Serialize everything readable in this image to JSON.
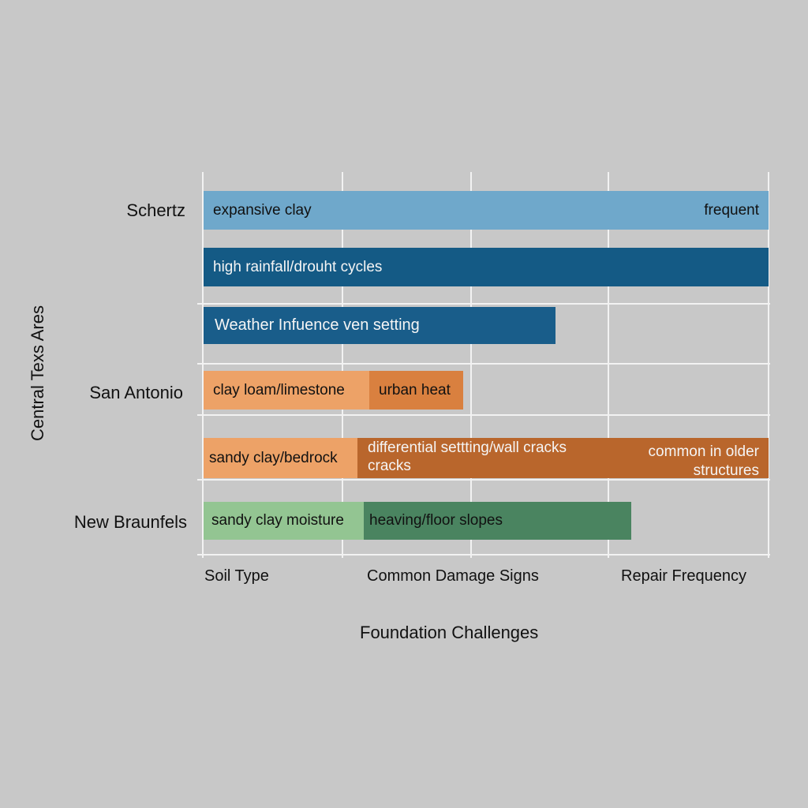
{
  "chart_data": {
    "type": "bar",
    "orientation": "horizontal-stacked-categorical",
    "title": "",
    "xlabel": "Foundation Challenges",
    "ylabel": "Central Texs Ares",
    "x_categories": [
      "Soil Type",
      "Common Damage Signs",
      "Repair Frequency"
    ],
    "y_categories": [
      "Schertz",
      "San Antonio",
      "New Braunfels"
    ],
    "grid": true,
    "rows": [
      {
        "area": "Schertz",
        "segments": [
          {
            "label": "expansive clay",
            "span": [
              0,
              1.0
            ],
            "color": "#6fa8cb"
          },
          {
            "label": "frequent",
            "span": [
              0,
              1.0
            ],
            "color": "#6fa8cb",
            "align": "right"
          }
        ]
      },
      {
        "area": "Schertz",
        "segments": [
          {
            "label": "high rainfall/drouht cycles",
            "span": [
              0,
              1.0
            ],
            "color": "#145a85"
          }
        ]
      },
      {
        "area": "Schertz",
        "segments": [
          {
            "label": "Weather Infuence ven setting",
            "span": [
              0,
              0.62
            ],
            "color": "#195d8a"
          }
        ]
      },
      {
        "area": "San Antonio",
        "segments": [
          {
            "label": "clay loam/limestone",
            "span": [
              0,
              0.29
            ],
            "color": "#eda267"
          },
          {
            "label": "urban heat",
            "span": [
              0.29,
              0.46
            ],
            "color": "#d9803f"
          }
        ]
      },
      {
        "area": "San Antonio",
        "segments": [
          {
            "label": "sandy clay/bedrock",
            "span": [
              0,
              0.27
            ],
            "color": "#eda267"
          },
          {
            "label": "differential settting/wall cracks cracks",
            "span": [
              0.27,
              1.0
            ],
            "color": "#b9662c"
          },
          {
            "label": "common in older structures",
            "span": [
              0.27,
              1.0
            ],
            "color": "#b9662c",
            "align": "right"
          }
        ]
      },
      {
        "area": "New Braunfels",
        "segments": [
          {
            "label": "sandy clay moisture",
            "span": [
              0,
              0.28
            ],
            "color": "#93c592"
          },
          {
            "label": "heaving/floor slopes",
            "span": [
              0.28,
              0.76
            ],
            "color": "#4a8460"
          }
        ]
      }
    ]
  },
  "y_axis": {
    "title": "Central Texs Ares",
    "labels": [
      "Schertz",
      "San Antonio",
      "New Braunfels"
    ]
  },
  "x_axis": {
    "title": "Foundation Challenges",
    "labels": [
      "Soil Type",
      "Common Damage Signs",
      "Repair Frequency"
    ]
  },
  "bars": {
    "b1": {
      "left": "expansive clay",
      "right": "frequent"
    },
    "b2": {
      "left": "high rainfall/drouht cycles"
    },
    "b3": {
      "left": "Weather Infuence ven setting"
    },
    "b4": {
      "left": "clay loam/limestone",
      "right": "urban heat"
    },
    "b5": {
      "left": "sandy clay/bedrock",
      "mid_line1": "differential settting/wall cracks",
      "mid_line2": "cracks",
      "right_line1": "common in older",
      "right_line2": "structures"
    },
    "b6": {
      "left": "sandy clay moisture",
      "right": "heaving/floor slopes"
    }
  },
  "colors": {
    "background": "#c8c8c8",
    "light_blue": "#6fa8cb",
    "dark_blue": "#145a85",
    "light_orange": "#eda267",
    "mid_orange": "#d9803f",
    "dark_orange": "#b9662c",
    "light_green": "#93c592",
    "dark_green": "#4a8460"
  }
}
